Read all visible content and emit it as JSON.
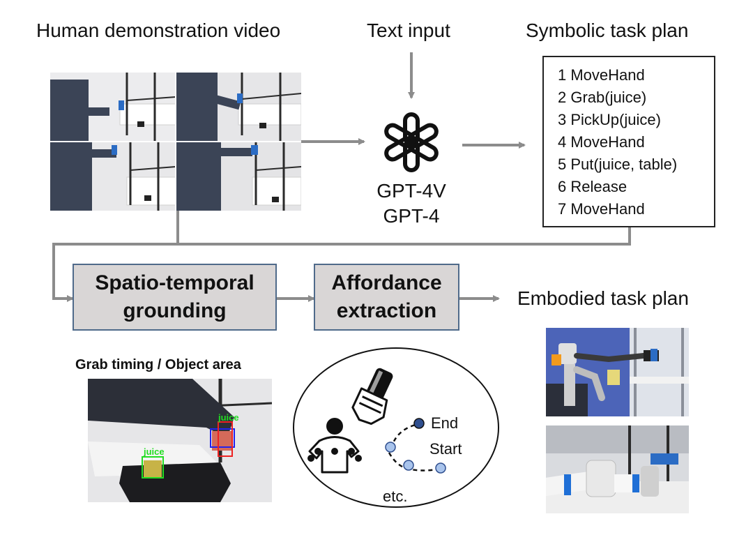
{
  "headers": {
    "demo_video": "Human demonstration video",
    "text_input": "Text input",
    "symbolic_plan": "Symbolic task plan",
    "embodied_plan": "Embodied task plan"
  },
  "gpt": {
    "line1": "GPT-4V",
    "line2": "GPT-4"
  },
  "symbolic_plan_items": [
    "1 MoveHand",
    "2 Grab(juice)",
    "3 PickUp(juice)",
    "4 MoveHand",
    "5 Put(juice, table)",
    "6 Release",
    "7 MoveHand"
  ],
  "process": {
    "grounding_line1": "Spatio-temporal",
    "grounding_line2": "grounding",
    "affordance_line1": "Affordance",
    "affordance_line2": "extraction"
  },
  "grab_section": {
    "title": "Grab timing / Object area",
    "box_label_1": "juice",
    "box_label_2": "juice"
  },
  "affordance_circle": {
    "end_label": "End",
    "start_label": "Start",
    "etc_label": "etc."
  },
  "colors": {
    "arrow": "#8c8c8c",
    "process_fill": "#d9d6d6",
    "process_border": "#4f6a8a",
    "waypoint": "#a9c4ec",
    "waypoint_end": "#2f4f8f",
    "bbox_green": "#22dd22",
    "bbox_blue": "#2222ee",
    "bbox_red": "#ee2222"
  }
}
